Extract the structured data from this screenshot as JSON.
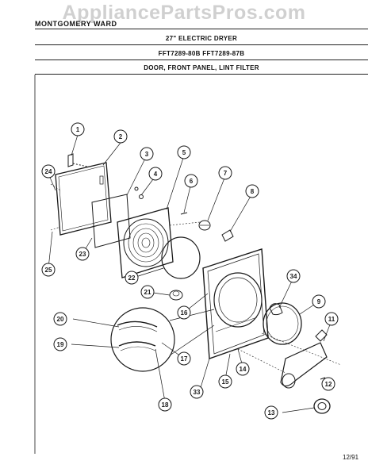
{
  "header": {
    "brand": "MONTGOMERY WARD",
    "model_line": "27\" ELECTRIC DRYER",
    "model_numbers": "FFT7289-80B   FFT7289-87B",
    "section_title": "DOOR, FRONT PANEL, LINT FILTER"
  },
  "watermark": "AppliancePartsPros.com",
  "footer": {
    "date_code": "12/91"
  },
  "callouts": [
    "1",
    "2",
    "3",
    "4",
    "5",
    "6",
    "7",
    "8",
    "9",
    "11",
    "12",
    "13",
    "14",
    "15",
    "16",
    "17",
    "18",
    "19",
    "20",
    "21",
    "22",
    "23",
    "24",
    "25",
    "33",
    "34"
  ],
  "colors": {
    "ink": "#1a1a1a",
    "paper": "#ffffff",
    "watermark": "#aaaaaa"
  }
}
